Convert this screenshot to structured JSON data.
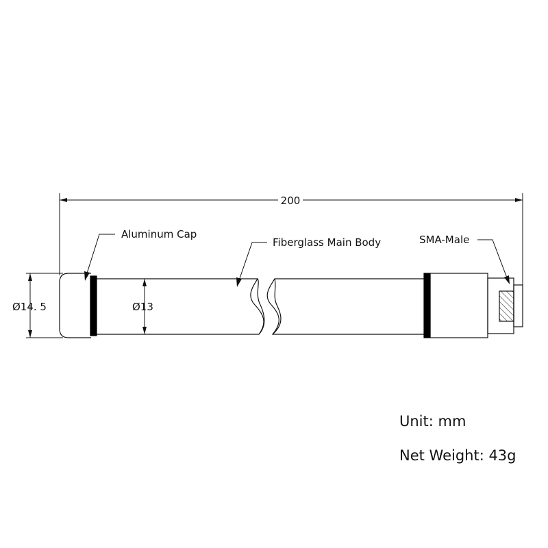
{
  "dimensions": {
    "overall_length": "200",
    "cap_diameter": "Ø14. 5",
    "body_diameter": "Ø13"
  },
  "callouts": {
    "aluminum_cap": "Aluminum Cap",
    "fiberglass_body": "Fiberglass Main Body",
    "sma_male": "SMA-Male"
  },
  "notes": {
    "unit": "Unit: mm",
    "net_weight": "Net Weight: 43g"
  },
  "colors": {
    "line": "#111111",
    "band": "#000000",
    "background": "#ffffff"
  }
}
